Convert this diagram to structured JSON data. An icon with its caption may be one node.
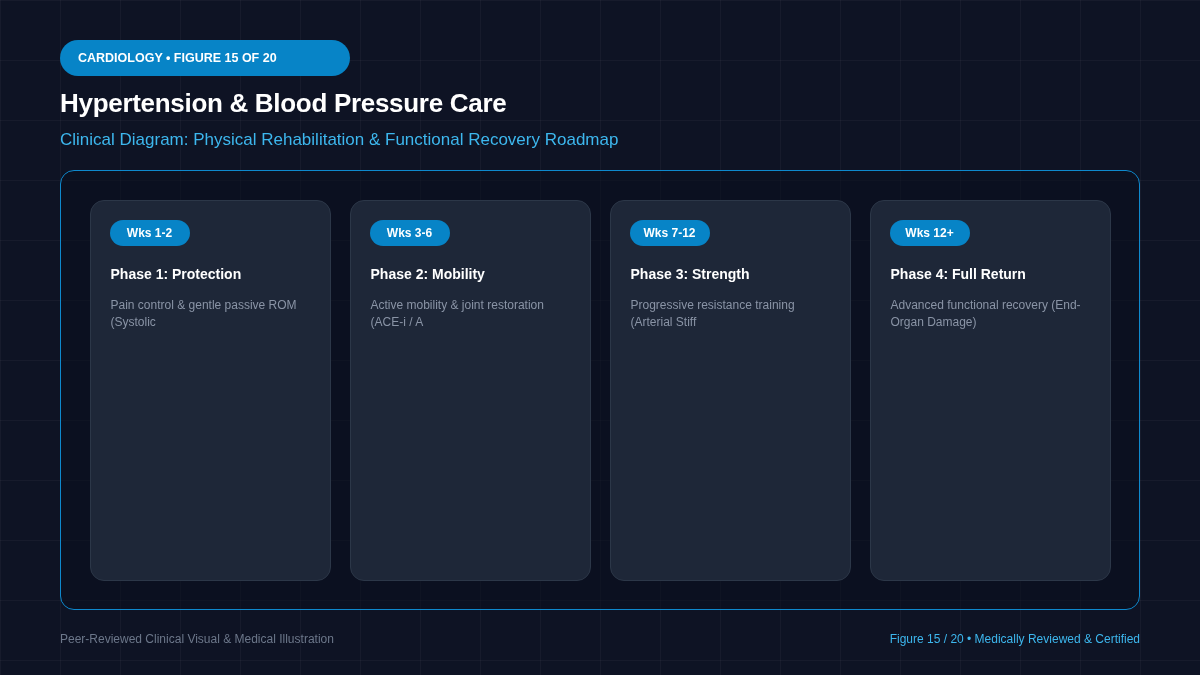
{
  "diagram": {
    "title": "Hypertension & Blood Pressure Care",
    "nodes": [
      {
        "text": [
          "CARDIOLOGY • FIGURE 15 OF 20"
        ]
      },
      {
        "text": [],
        "shape": "box"
      },
      {
        "text": [
          "Phase 1: Protection",
          "Pain control & gentle passive ROM (Systolic"
        ],
        "in": 1
      },
      {
        "text": [
          "Wks 1-2"
        ],
        "in": 2
      },
      {
        "text": [
          "Phase 2: Mobility",
          "Active mobility & joint restoration (ACE-i / A"
        ],
        "in": 1
      },
      {
        "text": [
          "Wks 3-6"
        ],
        "in": 4
      },
      {
        "text": [
          "Phase 3: Strength",
          "Progressive resistance training (Arterial Stiff"
        ],
        "in": 1
      },
      {
        "text": [
          "Wks 7-12"
        ],
        "in": 6
      },
      {
        "text": [
          "Phase 4: Full Return",
          "Advanced functional recovery (End-Organ Damage)"
        ],
        "in": 1
      },
      {
        "text": [
          "Wks 12+"
        ],
        "in": 8
      }
    ],
    "labels": [
      "Clinical Diagram: Physical Rehabilitation & Functional Recovery Roadmap",
      "Peer-Reviewed Clinical Visual & Medical Illustration",
      "Figure 15 / 20 • Medically Reviewed & Certified"
    ]
  }
}
